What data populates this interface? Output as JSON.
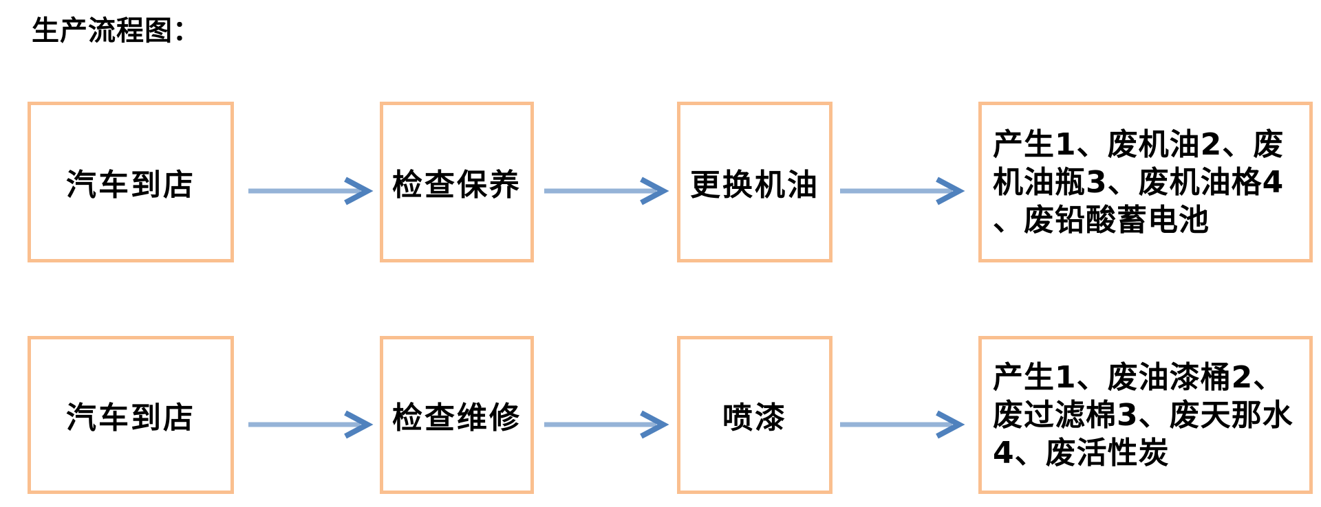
{
  "title": "生产流程图：",
  "colors": {
    "background": "#ffffff",
    "text": "#000000",
    "box_border": "#fabf8f",
    "arrow_shaft": "#95b3d7",
    "arrow_head": "#4f81bd"
  },
  "flows": [
    {
      "steps": [
        "汽车到店",
        "检查保养",
        "更换机油",
        "产生1、废机油2、废\n机油瓶3、废机油格4\n、废铅酸蓄电池"
      ]
    },
    {
      "steps": [
        "汽车到店",
        "检查维修",
        "喷漆",
        "产生1、废油漆桶2、\n废过滤棉3、废天那水\n4、废活性炭"
      ]
    }
  ]
}
